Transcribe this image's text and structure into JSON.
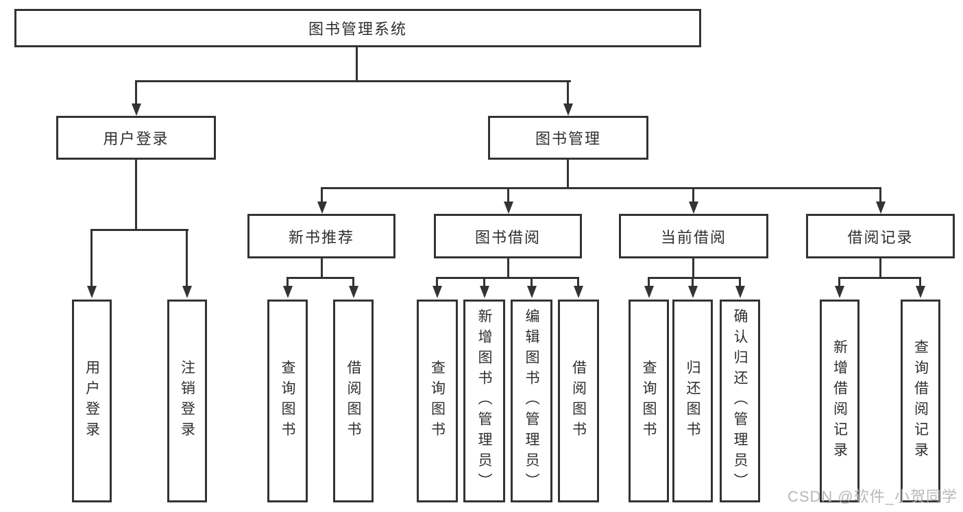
{
  "diagram": {
    "root": {
      "label": "图书管理系统"
    },
    "branches": [
      {
        "id": "user-login",
        "label": "用户登录",
        "children": [
          {
            "label": "用户登录"
          },
          {
            "label": "注销登录"
          }
        ]
      },
      {
        "id": "book-management",
        "label": "图书管理",
        "children": [
          {
            "label": "新书推荐",
            "children": [
              {
                "label": "查询图书"
              },
              {
                "label": "借阅图书"
              }
            ]
          },
          {
            "label": "图书借阅",
            "children": [
              {
                "label": "查询图书"
              },
              {
                "label": "新增图书（管理员）"
              },
              {
                "label": "编辑图书（管理员）"
              },
              {
                "label": "借阅图书"
              }
            ]
          },
          {
            "label": "当前借阅",
            "children": [
              {
                "label": "查询图书"
              },
              {
                "label": "归还图书"
              },
              {
                "label": "确认归还（管理员）"
              }
            ]
          },
          {
            "label": "借阅记录",
            "children": [
              {
                "label": "新增借阅记录"
              },
              {
                "label": "查询借阅记录"
              }
            ]
          }
        ]
      }
    ]
  },
  "watermark": {
    "text": "CSDN @软件_小贺同学"
  },
  "colors": {
    "line": "#333333",
    "background": "#ffffff",
    "text": "#2f2f2f",
    "watermark": "#b2b2b2"
  }
}
